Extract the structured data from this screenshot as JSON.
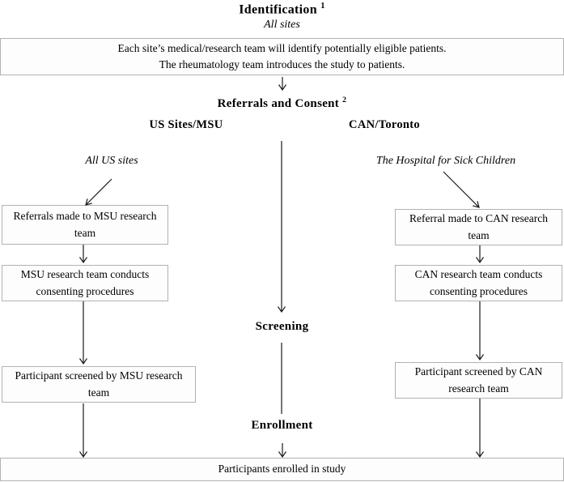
{
  "headings": {
    "identification": {
      "text": "Identification",
      "sup": "1"
    },
    "all_sites": "All sites",
    "referrals_consent": {
      "text": "Referrals and Consent",
      "sup": "2"
    },
    "us_sites": "US Sites/MSU",
    "can_toronto": "CAN/Toronto",
    "screening": "Screening",
    "enrollment": "Enrollment"
  },
  "labels": {
    "all_us_sites": "All US sites",
    "hospital_sick_children": "The Hospital for Sick Children"
  },
  "boxes": {
    "identify": {
      "line1": "Each site’s medical/research team will identify potentially eligible patients.",
      "line2": "The rheumatology team introduces the study to patients."
    },
    "us_referral": "Referrals made to MSU research team",
    "us_consent": "MSU research team conducts consenting procedures",
    "us_screen": "Participant screened by MSU research team",
    "can_referral": "Referral made to CAN research team",
    "can_consent": "CAN research team conducts consenting procedures",
    "can_screen": "Participant screened by CAN research team",
    "enrolled": "Participants enrolled in study"
  },
  "colors": {
    "background": "#ffffff",
    "box_border": "#b2b2b2",
    "text": "#000000",
    "arrow": "#1a1a1a"
  }
}
